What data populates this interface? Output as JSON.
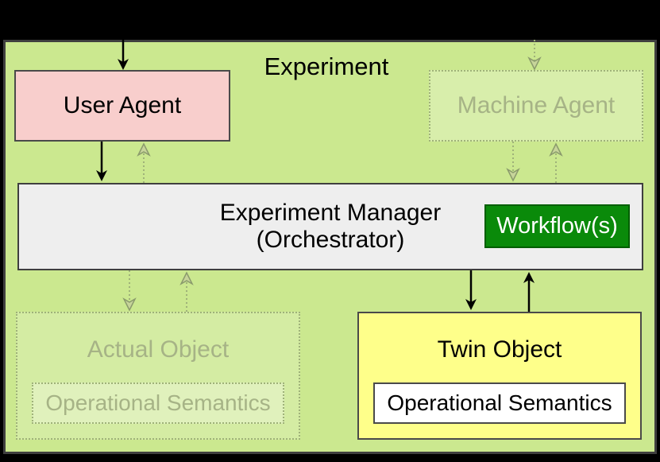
{
  "colors": {
    "frame-bg": "#cbe88f",
    "frame-border": "#3f3f3f",
    "user-agent-fill": "#f8cecc",
    "manager-fill": "#eeeeee",
    "workflow-fill": "#0a8a0a",
    "workflow-border": "#005e00",
    "twin-fill": "#feff8a",
    "node-border": "#4a4a4a",
    "faded-stroke": "#9fb279",
    "faded-text": "#a6b386",
    "arrow-black": "#000000"
  },
  "frame": {
    "title": "Experiment"
  },
  "nodes": {
    "user_agent": {
      "label": "User Agent"
    },
    "machine_agent": {
      "label": "Machine Agent"
    },
    "manager": {
      "line1": "Experiment Manager",
      "line2": "(Orchestrator)"
    },
    "workflow": {
      "label": "Workflow(s)"
    },
    "actual_object": {
      "label": "Actual Object",
      "semantics": "Operational Semantics"
    },
    "twin_object": {
      "label": "Twin Object",
      "semantics": "Operational Semantics"
    }
  }
}
